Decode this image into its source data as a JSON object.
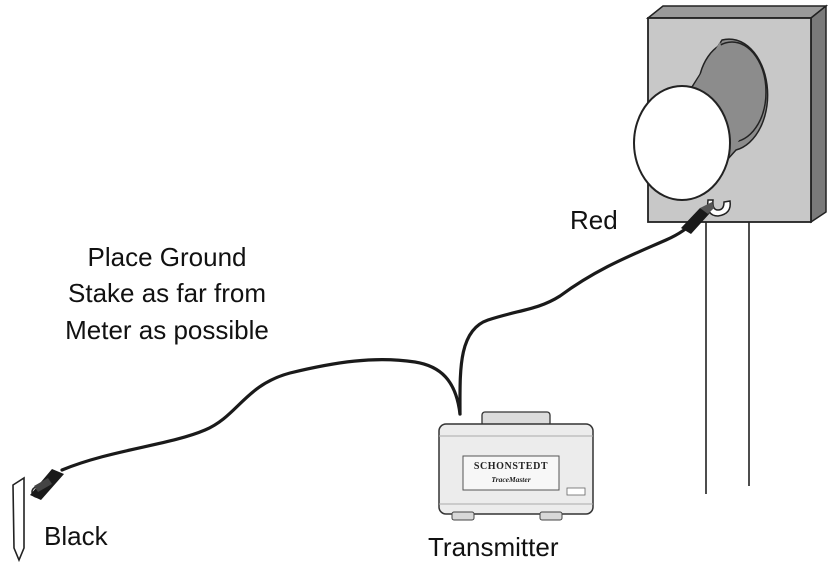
{
  "labels": {
    "red": "Red",
    "note_line1": "Place Ground",
    "note_line2": "Stake as far from",
    "note_line3": "Meter as possible",
    "black": "Black",
    "transmitter": "Transmitter"
  },
  "transmitter_case": {
    "brand": "SCHONSTEDT",
    "model": "TraceMaster"
  },
  "colors": {
    "cable": "#1a1a1a",
    "meter_box": "#c8c8c8",
    "meter_box_side": "#9a9a9a",
    "meter_cylinder": "#8c8c8c",
    "meter_face": "#ffffff",
    "case_body": "#ececec",
    "text": "#111111"
  }
}
